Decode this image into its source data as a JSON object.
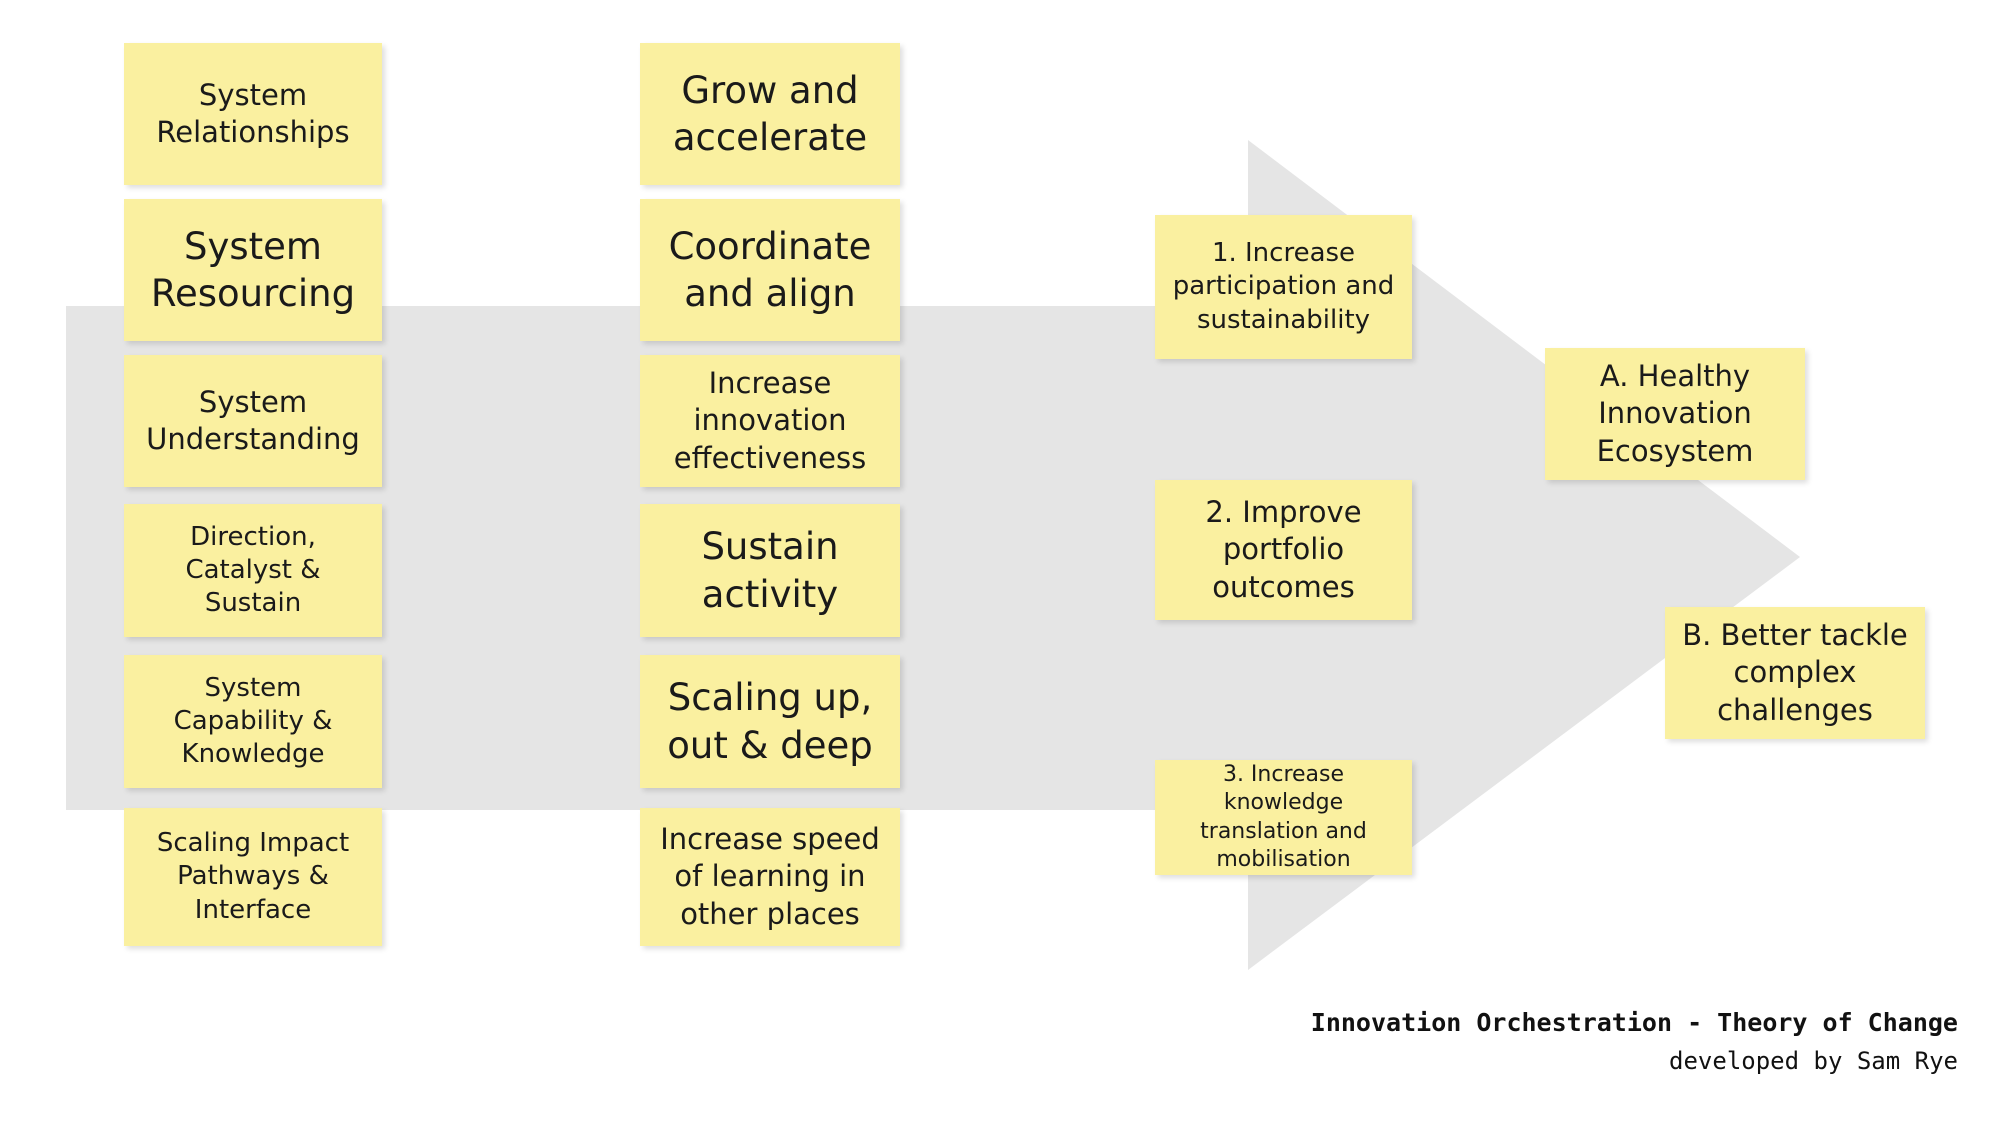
{
  "diagram": {
    "title": "Innovation Orchestration - Theory of Change",
    "subtitle": "developed by Sam Rye",
    "colors": {
      "note_fill": "#FAF0A0",
      "arrow_fill": "#E5E5E5",
      "text": "#1a1a1a",
      "background": "#FFFFFF"
    },
    "arrow": {
      "name": "process-arrow",
      "direction": "left-to-right"
    }
  },
  "columns": [
    {
      "name": "system-conditions",
      "notes": [
        {
          "label": "System\nRelationships"
        },
        {
          "label": "System\nResourcing"
        },
        {
          "label": "System\nUnderstanding"
        },
        {
          "label": "Direction,\nCatalyst &\nSustain"
        },
        {
          "label": "System\nCapability &\nKnowledge"
        },
        {
          "label": "Scaling Impact\nPathways &\nInterface"
        }
      ]
    },
    {
      "name": "activities",
      "notes": [
        {
          "label": "Grow and\naccelerate"
        },
        {
          "label": "Coordinate\nand align"
        },
        {
          "label": "Increase\ninnovation\neffectiveness"
        },
        {
          "label": "Sustain\nactivity"
        },
        {
          "label": "Scaling up,\nout & deep"
        },
        {
          "label": "Increase speed\nof learning in\nother places"
        }
      ]
    },
    {
      "name": "outcomes",
      "notes": [
        {
          "label": "1. Increase\nparticipation and\nsustainability"
        },
        {
          "label": "2. Improve\nportfolio\noutcomes"
        },
        {
          "label": "3. Increase knowledge\ntranslation and\nmobilisation"
        }
      ]
    },
    {
      "name": "impacts",
      "notes": [
        {
          "label": "A. Healthy\nInnovation\nEcosystem"
        },
        {
          "label": "B. Better tackle\ncomplex\nchallenges"
        }
      ]
    }
  ]
}
